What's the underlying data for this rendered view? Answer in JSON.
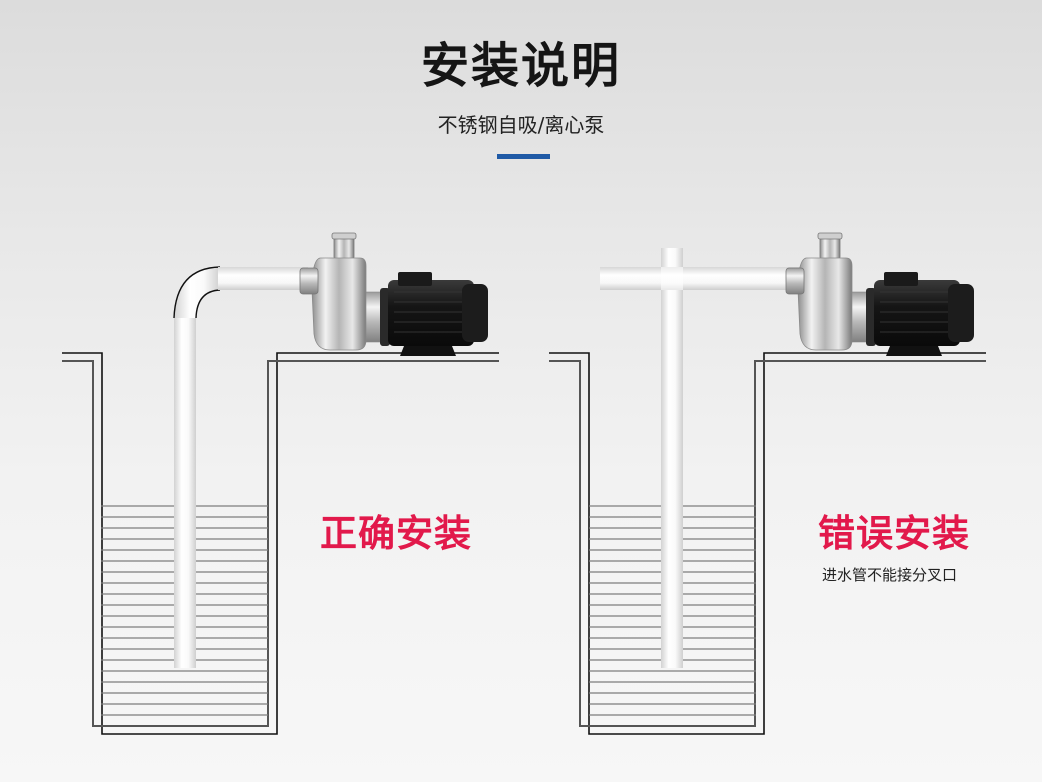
{
  "header": {
    "title": "安装说明",
    "subtitle": "不锈钢自吸/离心泵",
    "accent_color": "#1f5aa6"
  },
  "panels": [
    {
      "id": "correct",
      "label": "正确安装",
      "label_color": "#e2194b",
      "note": "",
      "pipe": "elbow-pipe",
      "pump": "stainless-self-priming-pump"
    },
    {
      "id": "wrong",
      "label": "错误安装",
      "label_color": "#e2194b",
      "note": "进水管不能接分叉口",
      "pipe": "tee-branch-pipe",
      "pump": "stainless-self-priming-pump"
    }
  ]
}
